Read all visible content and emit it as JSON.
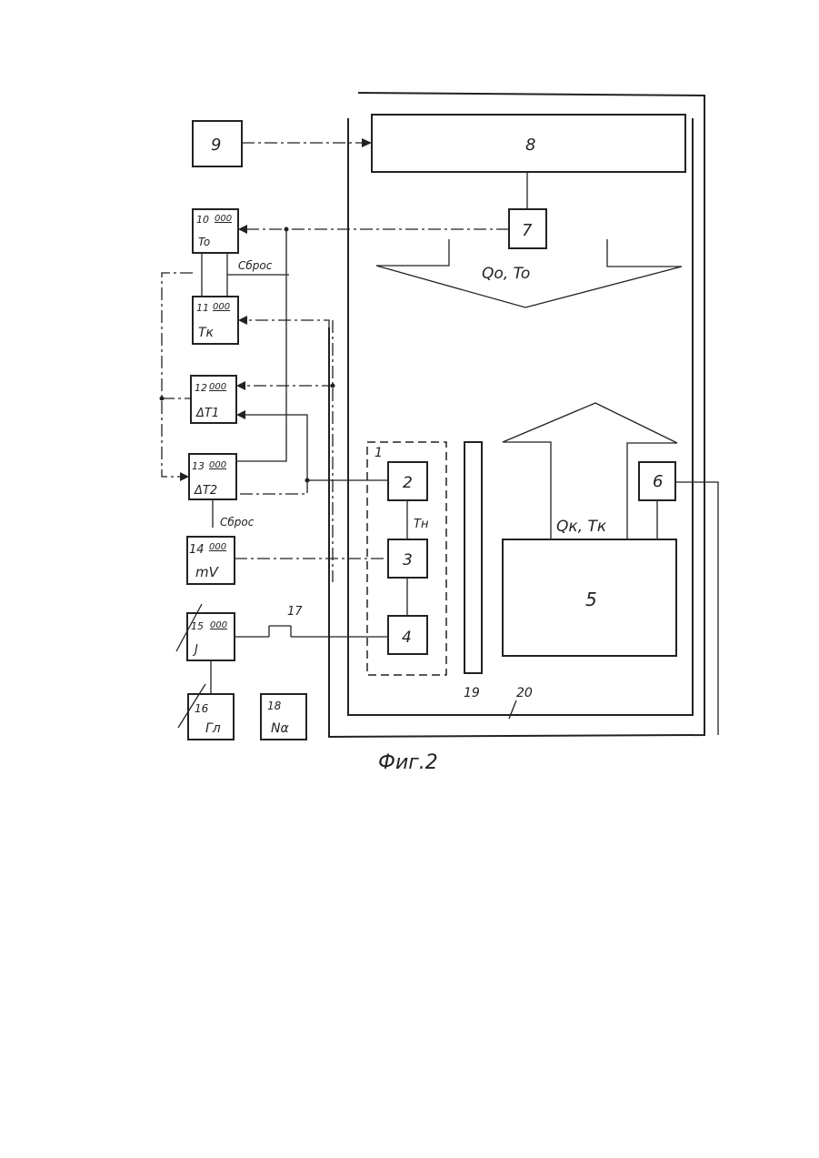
{
  "caption": "Фиг.2",
  "blocks": {
    "b1": "1",
    "b2": "2",
    "b3": "3",
    "b4": "4",
    "b5": "5",
    "b6": "6",
    "b7": "7",
    "b8": "8",
    "b9": "9",
    "b10_num": "10",
    "b10_disp": "000",
    "b10_name": "To",
    "b11_num": "11",
    "b11_disp": "000",
    "b11_name": "Tк",
    "b12_num": "12",
    "b12_disp": "000",
    "b12_name": "ΔT1",
    "b13_num": "13",
    "b13_disp": "000",
    "b13_name": "ΔT2",
    "b14_num": "14",
    "b14_disp": "000",
    "b14_name": "mV",
    "b15_num": "15",
    "b15_disp": "000",
    "b15_name": "J",
    "b16_num": "16",
    "b16_name": "Гл",
    "b17": "17",
    "b18_num": "18",
    "b18_name": "Nα",
    "b19": "19",
    "b20": "20"
  },
  "labels": {
    "reset1": "Сброс",
    "reset2": "Сброс",
    "tn": "Tн",
    "flow_down": "Qо, To",
    "flow_up": "Qк, Tк"
  }
}
